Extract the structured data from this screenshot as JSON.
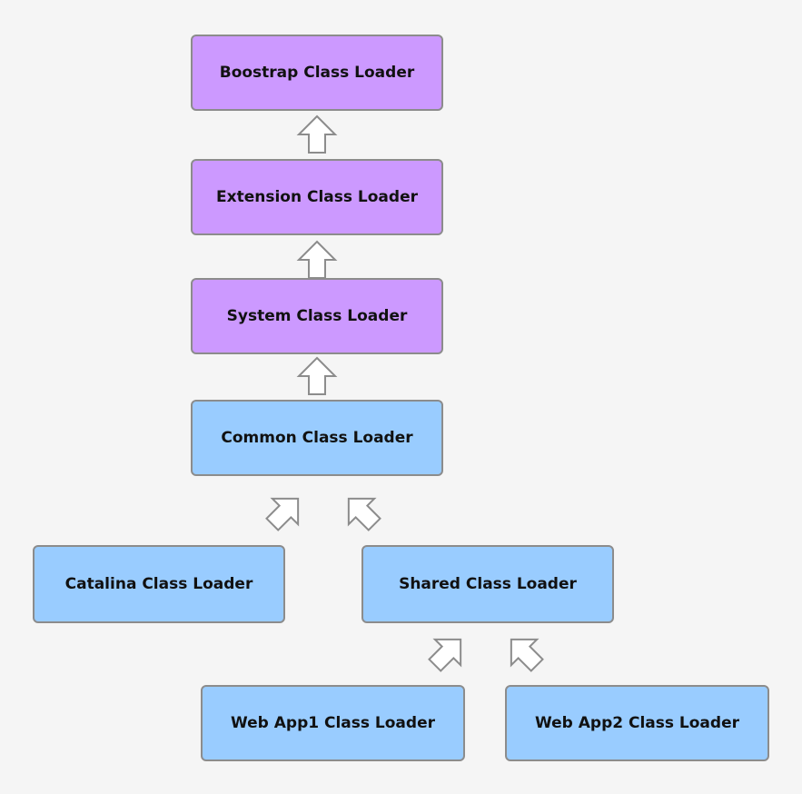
{
  "nodes": {
    "bootstrap": {
      "label": "Boostrap Class Loader",
      "color": "#cc99ff"
    },
    "extension": {
      "label": "Extension Class Loader",
      "color": "#cc99ff"
    },
    "system": {
      "label": "System Class Loader",
      "color": "#cc99ff"
    },
    "common": {
      "label": "Common Class Loader",
      "color": "#99ccff"
    },
    "catalina": {
      "label": "Catalina Class Loader",
      "color": "#99ccff"
    },
    "shared": {
      "label": "Shared Class Loader",
      "color": "#99ccff"
    },
    "webapp1": {
      "label": "Web App1 Class Loader",
      "color": "#99ccff"
    },
    "webapp2": {
      "label": "Web App2 Class Loader",
      "color": "#99ccff"
    }
  },
  "edges": [
    {
      "from": "extension",
      "to": "bootstrap"
    },
    {
      "from": "system",
      "to": "extension"
    },
    {
      "from": "common",
      "to": "system"
    },
    {
      "from": "catalina",
      "to": "common"
    },
    {
      "from": "shared",
      "to": "common"
    },
    {
      "from": "webapp1",
      "to": "shared"
    },
    {
      "from": "webapp2",
      "to": "shared"
    }
  ]
}
